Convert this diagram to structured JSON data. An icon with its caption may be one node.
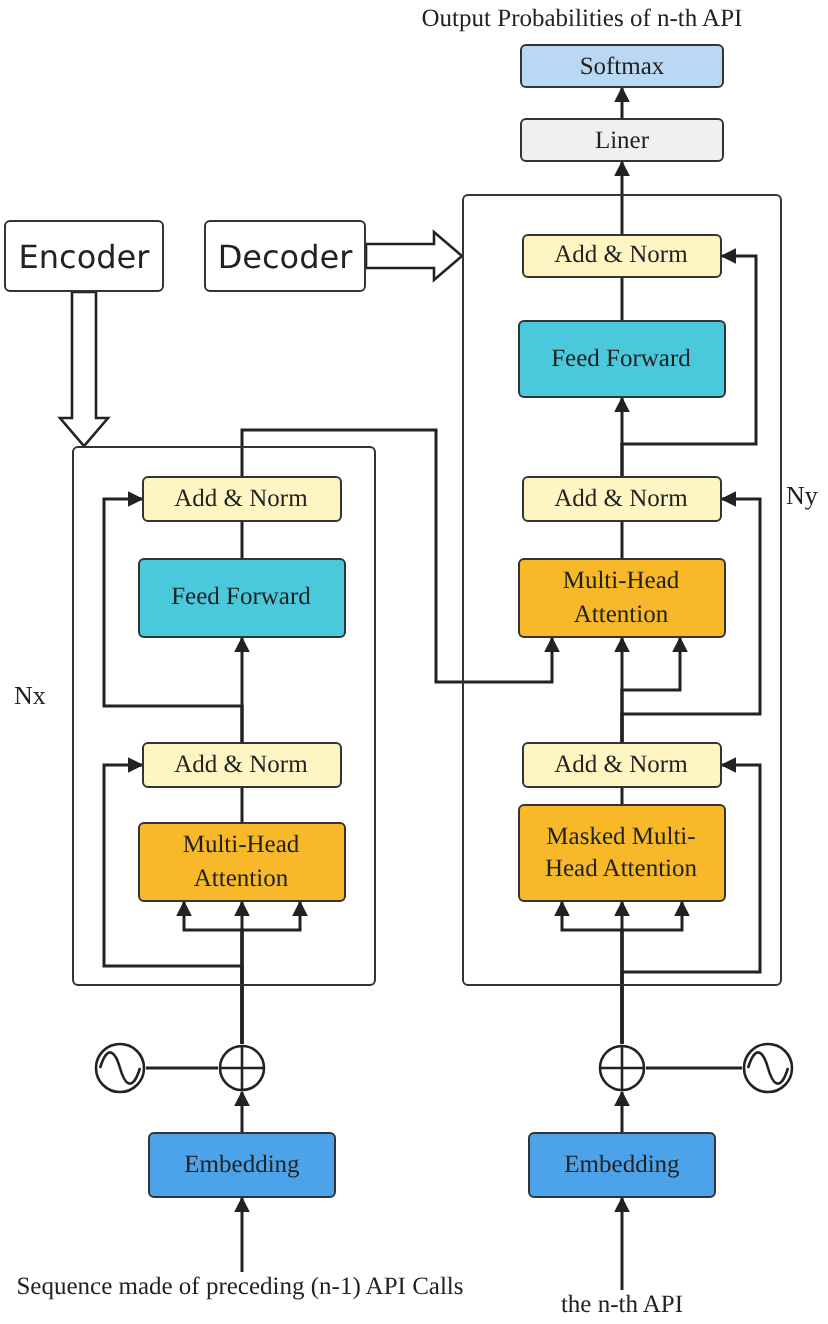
{
  "diagram": {
    "nodes": [
      {
        "text": [
          "Softmax"
        ],
        "beside": [
          "Output Probabilities of n-th API"
        ]
      },
      {
        "text": [
          "Liner"
        ]
      },
      {
        "text": [
          "Encoder"
        ]
      },
      {
        "text": [
          "Decoder"
        ]
      },
      {
        "text": [],
        "shape": "box",
        "beside": [
          "Nx"
        ]
      },
      {
        "text": [
          "Add & Norm"
        ],
        "in": 4
      },
      {
        "text": [
          "Feed Forward"
        ],
        "in": 4
      },
      {
        "text": [
          "Add & Norm"
        ],
        "in": 4
      },
      {
        "text": [
          "Multi-Head Attention"
        ],
        "in": 4
      },
      {
        "text": [],
        "shape": "box",
        "beside": [
          "Ny"
        ]
      },
      {
        "text": [
          "Add & Norm"
        ],
        "in": 9
      },
      {
        "text": [
          "Feed Forward"
        ],
        "in": 9
      },
      {
        "text": [
          "Add & Norm"
        ],
        "in": 9
      },
      {
        "text": [
          "Multi-Head Attention"
        ],
        "in": 9
      },
      {
        "text": [
          "Add & Norm"
        ],
        "in": 9
      },
      {
        "text": [
          "Masked Multi-Head Attention"
        ],
        "in": 9
      },
      {
        "text": [],
        "shape": "circle"
      },
      {
        "text": [],
        "shape": "circle"
      },
      {
        "text": [
          "Embedding"
        ]
      },
      {
        "text": [
          "Sequence made of preceding (n-1) API Calls"
        ]
      },
      {
        "text": [],
        "shape": "circle"
      },
      {
        "text": [],
        "shape": "circle"
      },
      {
        "text": [
          "Embedding"
        ]
      },
      {
        "text": [
          "the n-th API"
        ]
      }
    ],
    "edges": [
      {
        "from": 1,
        "to": 0,
        "arrow": "to"
      },
      {
        "from": 10,
        "to": 1,
        "arrow": "to"
      },
      {
        "from": 3,
        "to": 9,
        "arrow": "to",
        "style": "thick"
      },
      {
        "from": 2,
        "to": 4,
        "arrow": "to",
        "style": "thick"
      },
      {
        "from": 19,
        "to": 18,
        "arrow": "to"
      },
      {
        "from": 18,
        "to": 17,
        "arrow": "to"
      },
      {
        "from": 16,
        "to": 17,
        "arrow": "none"
      },
      {
        "from": 17,
        "to": 8,
        "arrow": "to"
      },
      {
        "from": 17,
        "to": 7,
        "arrow": "to"
      },
      {
        "from": 8,
        "to": 7,
        "arrow": "none"
      },
      {
        "from": 7,
        "to": 6,
        "arrow": "to"
      },
      {
        "from": 7,
        "to": 5,
        "arrow": "to"
      },
      {
        "from": 6,
        "to": 5,
        "arrow": "none"
      },
      {
        "from": 5,
        "to": 13,
        "arrow": "to"
      },
      {
        "from": 23,
        "to": 22,
        "arrow": "to"
      },
      {
        "from": 22,
        "to": 20,
        "arrow": "to"
      },
      {
        "from": 21,
        "to": 20,
        "arrow": "none"
      },
      {
        "from": 20,
        "to": 15,
        "arrow": "to"
      },
      {
        "from": 20,
        "to": 14,
        "arrow": "to"
      },
      {
        "from": 15,
        "to": 14,
        "arrow": "none"
      },
      {
        "from": 14,
        "to": 13,
        "arrow": "to"
      },
      {
        "from": 14,
        "to": 12,
        "arrow": "to"
      },
      {
        "from": 13,
        "to": 12,
        "arrow": "none"
      },
      {
        "from": 12,
        "to": 11,
        "arrow": "to"
      },
      {
        "from": 12,
        "to": 10,
        "arrow": "to"
      },
      {
        "from": 11,
        "to": 10,
        "arrow": "none"
      },
      {
        "from": 17,
        "to": 8,
        "arrow": "to"
      },
      {
        "from": 17,
        "to": 8,
        "arrow": "to"
      },
      {
        "from": 20,
        "to": 15,
        "arrow": "to"
      },
      {
        "from": 20,
        "to": 15,
        "arrow": "to"
      },
      {
        "from": 14,
        "to": 13,
        "arrow": "to"
      }
    ]
  }
}
